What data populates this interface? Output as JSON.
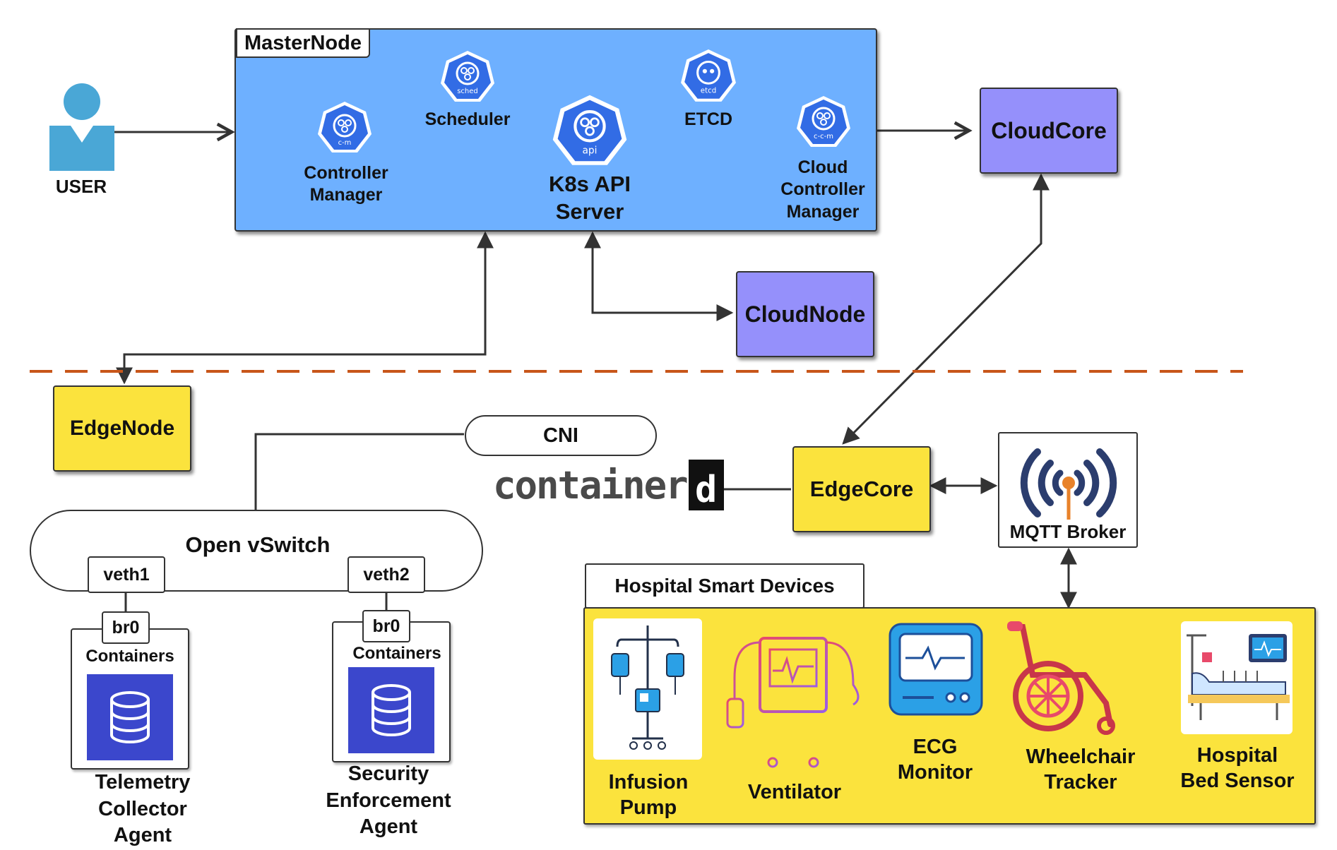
{
  "user": {
    "label": "USER"
  },
  "master": {
    "title": "MasterNode",
    "components": {
      "controller_manager": {
        "label": "Controller\nManager",
        "badge": "c-m"
      },
      "scheduler": {
        "label": "Scheduler",
        "badge": "sched"
      },
      "api_server": {
        "label": "K8s API\nServer",
        "badge": "api"
      },
      "etcd": {
        "label": "ETCD",
        "badge": "etcd"
      },
      "cloud_controller_manager": {
        "label": "Cloud\nController\nManager",
        "badge": "c-c-m"
      }
    }
  },
  "cloudcore": {
    "label": "CloudCore"
  },
  "cloudnode": {
    "label": "CloudNode"
  },
  "edgenode": {
    "label": "EdgeNode"
  },
  "cni": {
    "label": "CNI"
  },
  "containerd": {
    "text": "container",
    "badge": "d"
  },
  "edgecore": {
    "label": "EdgeCore"
  },
  "mqtt": {
    "label": "MQTT Broker"
  },
  "ovs": {
    "label": "Open vSwitch",
    "veth1": "veth1",
    "veth2": "veth2"
  },
  "pods": [
    {
      "bridge": "br0",
      "containers_label": "Containers",
      "agent": "Telemetry\nCollector\nAgent"
    },
    {
      "bridge": "br0",
      "containers_label": "Containers",
      "agent": "Security\nEnforcement\nAgent"
    }
  ],
  "hospital": {
    "title": "Hospital Smart Devices",
    "devices": [
      {
        "label": "Infusion\nPump",
        "icon": "infusion-pump-icon"
      },
      {
        "label": "Ventilator",
        "icon": "ventilator-icon"
      },
      {
        "label": "ECG\nMonitor",
        "icon": "ecg-monitor-icon"
      },
      {
        "label": "Wheelchair\nTracker",
        "icon": "wheelchair-icon"
      },
      {
        "label": "Hospital\nBed Sensor",
        "icon": "hospital-bed-icon"
      }
    ]
  },
  "colors": {
    "master_bg": "#6eb0ff",
    "purple_node": "#9590fb",
    "yellow_node": "#fbe33d",
    "k8s_blue": "#326ce5",
    "divider": "#c8561a",
    "user_icon": "#4aa7d6",
    "db_tile": "#3b47cc"
  }
}
